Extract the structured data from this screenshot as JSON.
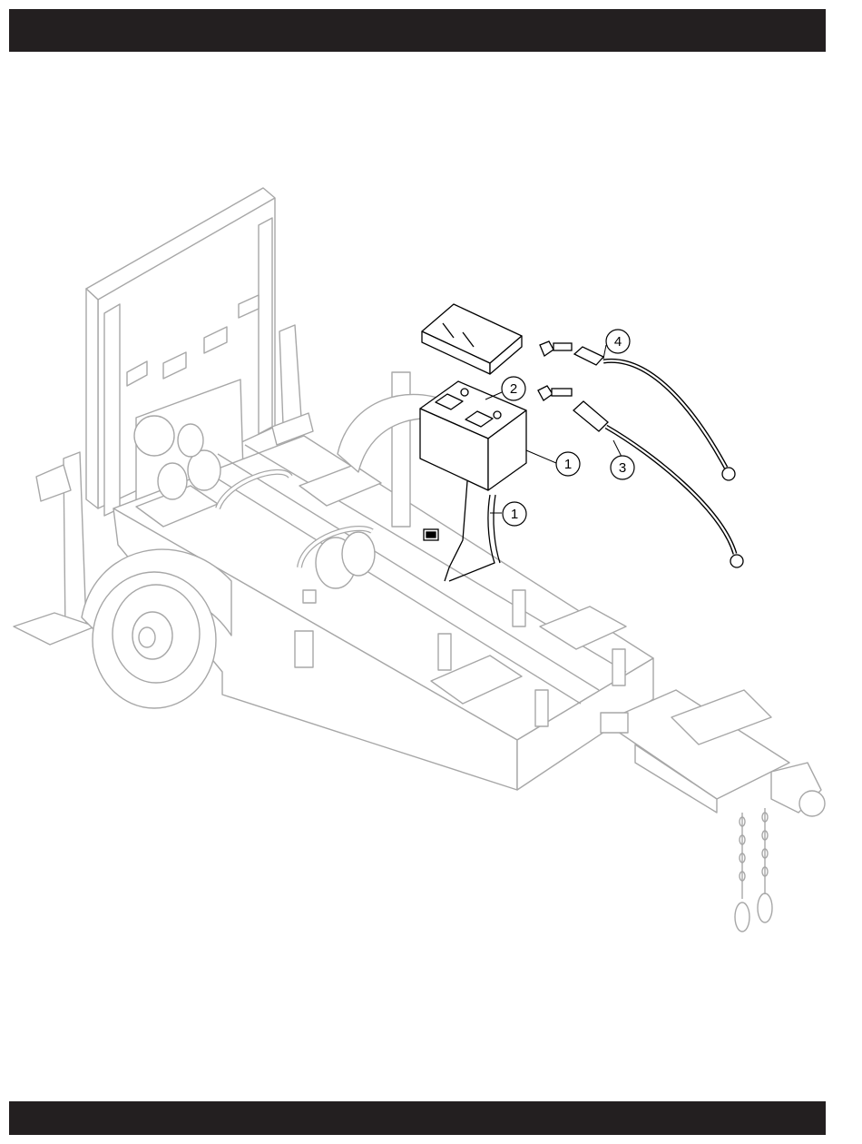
{
  "header": {
    "color": "#231f20"
  },
  "footer": {
    "color": "#231f20"
  },
  "colors": {
    "trailer_line": "#a7a7a7",
    "parts_line": "#000000",
    "background": "#ffffff"
  },
  "callouts": [
    {
      "id": "c4",
      "number": "4"
    },
    {
      "id": "c2",
      "number": "2"
    },
    {
      "id": "c1a",
      "number": "1"
    },
    {
      "id": "c3",
      "number": "3"
    },
    {
      "id": "c1b",
      "number": "1"
    }
  ]
}
